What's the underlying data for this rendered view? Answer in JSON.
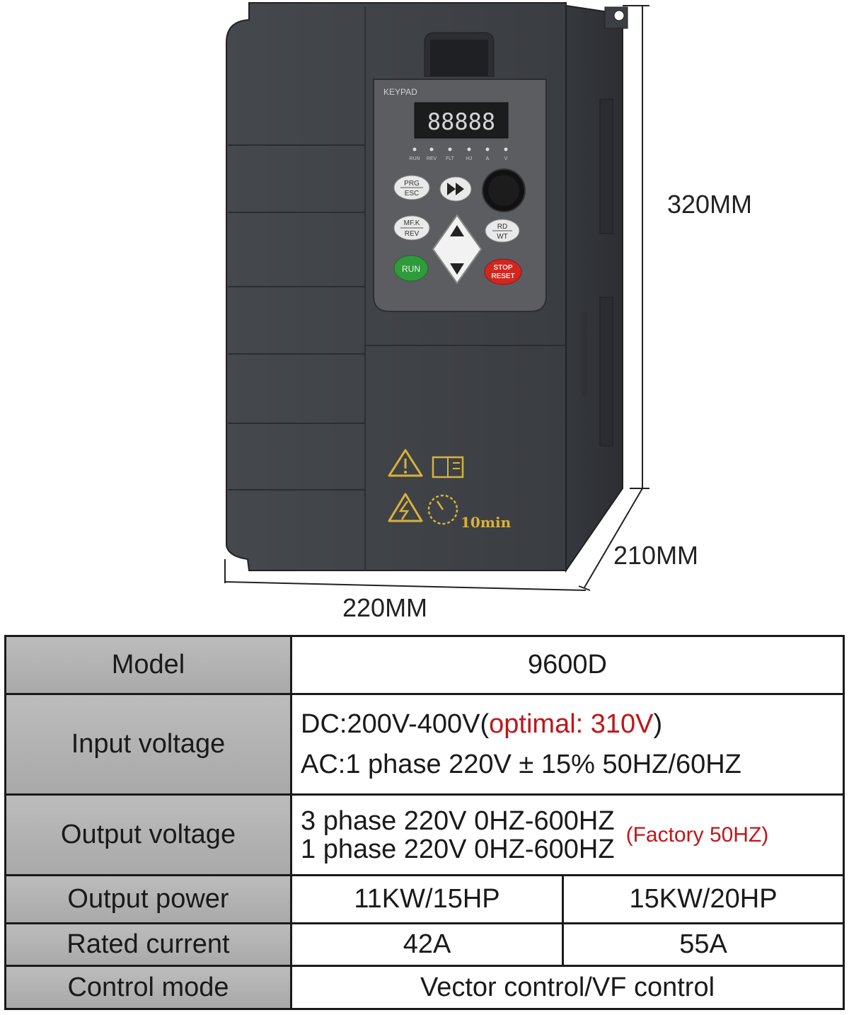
{
  "device": {
    "keypad_label": "KEYPAD",
    "display_digits": "88888",
    "indicators": [
      "RUN",
      "REV",
      "FLT",
      "HJ",
      "A",
      "V"
    ],
    "buttons": {
      "prg": "PRG",
      "esc": "ESC",
      "mfk": "MF.K",
      "rev": "REV",
      "rd": "RD",
      "wt": "WT",
      "run": "RUN",
      "stop": "STOP",
      "reset": "RESET"
    },
    "warning_time": "10min",
    "colors": {
      "body": "#3f4247",
      "keypad": "#56585c",
      "run": "#2f9b3c",
      "stop": "#d3261f",
      "warning": "#d8b23a"
    }
  },
  "dimensions": {
    "height": "320MM",
    "depth": "210MM",
    "width": "220MM"
  },
  "spec": {
    "model_label": "Model",
    "model_value": "9600D",
    "input_label": "Input voltage",
    "input_dc_prefix": "DC:200V-400V(",
    "input_dc_optimal": "optimal:  310V",
    "input_dc_suffix": ")",
    "input_ac": "AC:1 phase 220V ± 15% 50HZ/60HZ",
    "output_voltage_label": "Output voltage",
    "output_voltage_1": "3 phase 220V 0HZ-600HZ",
    "output_voltage_2": "1 phase 220V 0HZ-600HZ",
    "output_voltage_note": "(Factory 50HZ)",
    "output_power_label": "Output power",
    "output_power_1": "11KW/15HP",
    "output_power_2": "15KW/20HP",
    "rated_current_label": "Rated current",
    "rated_current_1": "42A",
    "rated_current_2": "55A",
    "control_mode_label": "Control mode",
    "control_mode_value": "Vector control/VF control"
  }
}
